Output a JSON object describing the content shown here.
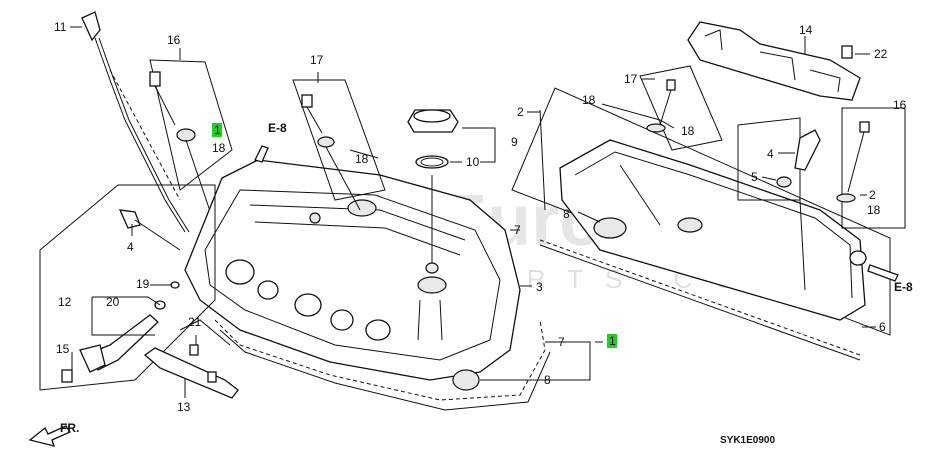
{
  "diagram_code": "SYK1E0900",
  "front_marker": "FR.",
  "ref_marker": "E-8",
  "watermark_main": "Japs Euro",
  "watermark_sub": "CAR PARTS CO.UK",
  "callouts": {
    "c11": "11",
    "c16_left": "16",
    "c18_left": "18",
    "c1_left": "1",
    "c17_mid": "17",
    "c18_mid": "18",
    "c9": "9",
    "c10": "10",
    "c4_left": "4",
    "c19": "19",
    "c12": "12",
    "c20": "20",
    "c15": "15",
    "c21": "21",
    "c13": "13",
    "c3": "3",
    "c7_mid": "7",
    "c7_lower": "7",
    "c1_lower": "1",
    "c8_lower": "8",
    "c2_top": "2",
    "c18_right": "18",
    "c17_right": "17",
    "c18_right2": "18",
    "c14": "14",
    "c22": "22",
    "c16_right": "16",
    "c4_right": "4",
    "c5": "5",
    "c2_right": "2",
    "c18_right3": "18",
    "c8_right": "8",
    "c6": "6"
  },
  "highlight_color": "#1fd11f"
}
